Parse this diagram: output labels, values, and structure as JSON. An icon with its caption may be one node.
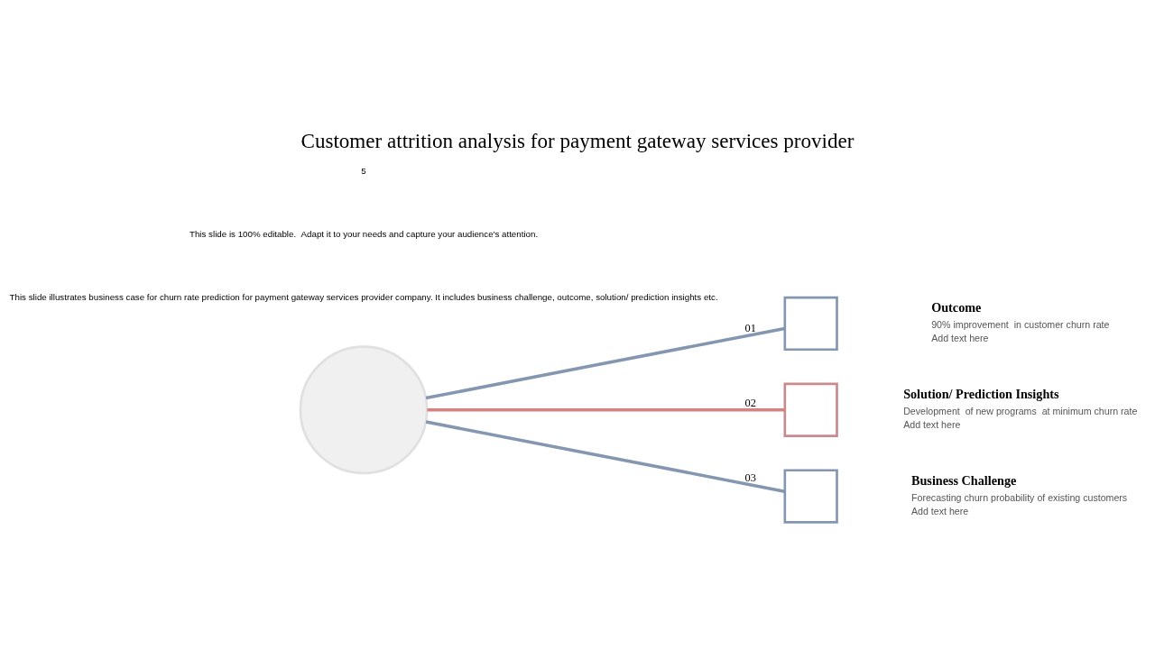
{
  "diagram": {
    "title": "Customer attrition analysis for payment gateway services provider",
    "nodes": [
      {
        "text": [],
        "shape": "circle"
      },
      {
        "text": [],
        "shape": "box",
        "beside": [
          "Outcome",
          "90% improvement  in customer churn rate",
          "Add text here"
        ]
      },
      {
        "text": [],
        "shape": "box",
        "beside": [
          "Solution/ Prediction Insights",
          "Development  of new programs  at minimum churn rate",
          "Add text here"
        ]
      },
      {
        "text": [],
        "shape": "box",
        "beside": [
          "Business Challenge",
          "Forecasting churn probability of existing customers",
          "Add text here"
        ]
      }
    ],
    "edges": [
      {
        "from": 0,
        "to": 1,
        "arrow": "none",
        "label": "01"
      },
      {
        "from": 0,
        "to": 2,
        "arrow": "none",
        "label": "02",
        "color": "#d98080"
      },
      {
        "from": 0,
        "to": 3,
        "arrow": "none",
        "label": "03"
      }
    ],
    "labels": [
      "This slide illustrates business case for churn rate prediction for payment gateway services provider company. It includes business challenge, outcome, solution/ prediction insights etc.",
      "This slide is 100% editable.  Adapt it to your needs and capture your audience's attention.",
      "5"
    ]
  }
}
